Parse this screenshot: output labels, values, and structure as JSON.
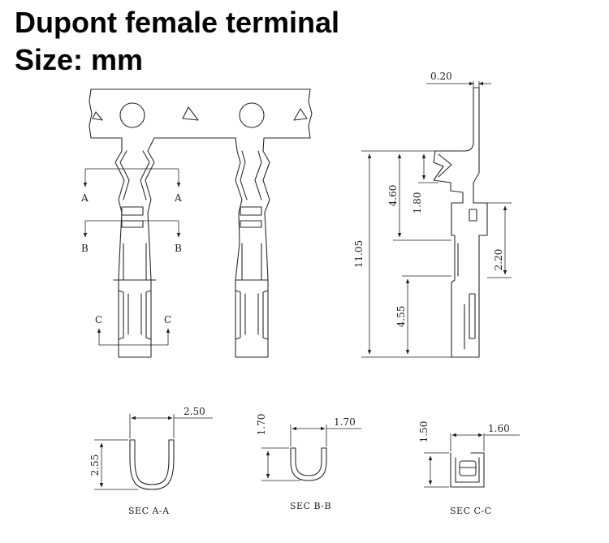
{
  "title": "Dupont female terminal",
  "subtitle": "Size: mm",
  "section_markers": {
    "a": "A",
    "b": "B",
    "c": "C"
  },
  "side_view": {
    "thickness": "0.20",
    "total_length": "11.05",
    "upper_length": "4.60",
    "spring_length": "1.80",
    "mid_length": "2.20",
    "lower_length": "4.55"
  },
  "sections": [
    {
      "name": "SEC A-A",
      "width": "2.50",
      "height": "2.55"
    },
    {
      "name": "SEC B-B",
      "width": "1.70",
      "height": "1.70"
    },
    {
      "name": "SEC C-C",
      "width": "1.60",
      "height": "1.50"
    }
  ]
}
